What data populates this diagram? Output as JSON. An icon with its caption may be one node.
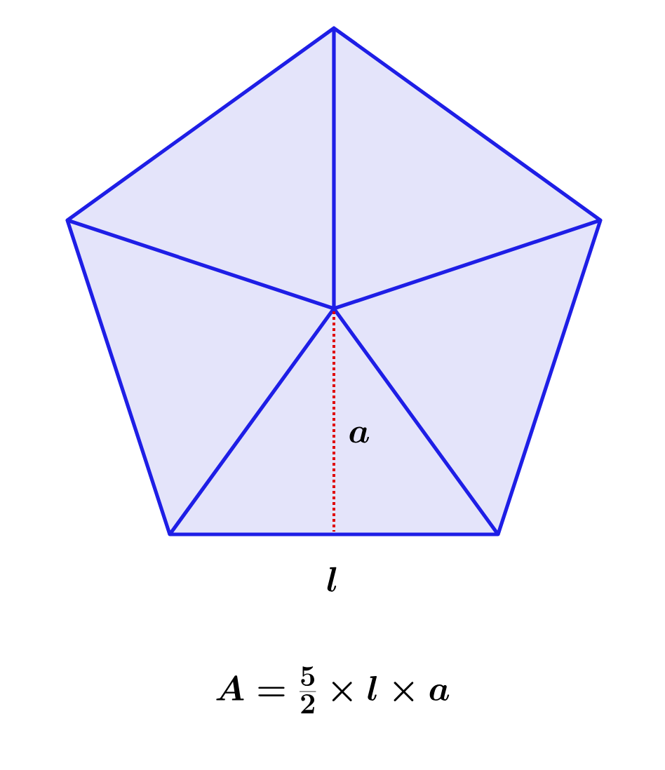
{
  "diagram": {
    "labels": [
      "a",
      "l",
      "A = \\frac{5}{2} \\times l \\times a"
    ]
  }
}
